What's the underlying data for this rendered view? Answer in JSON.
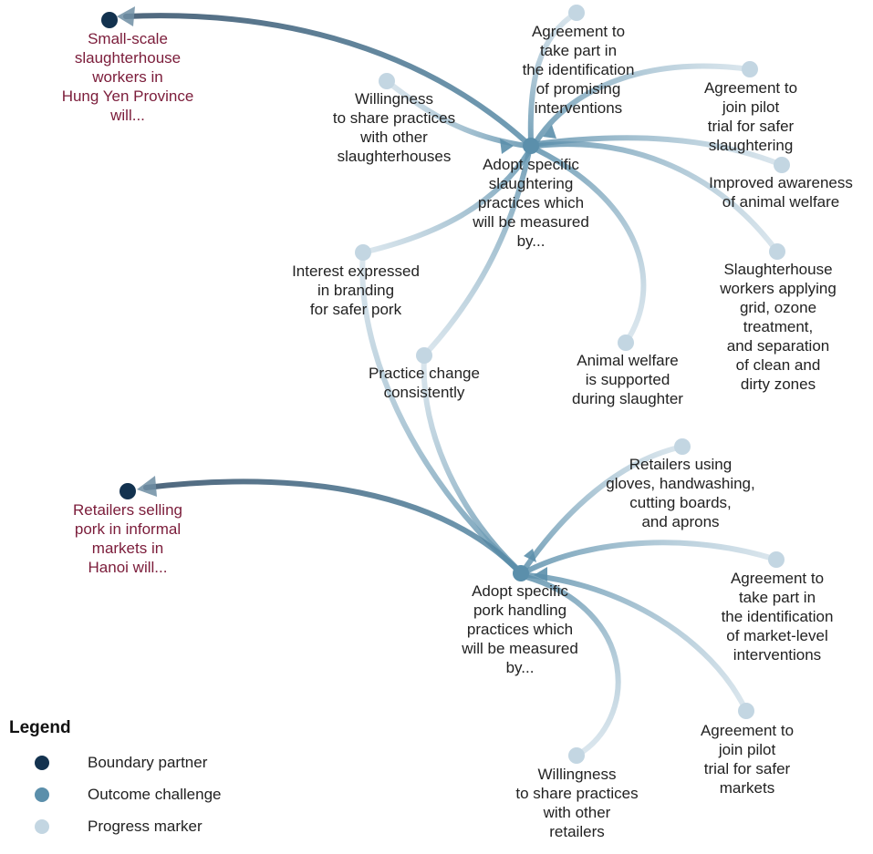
{
  "colors": {
    "boundary_partner": "#13324f",
    "outcome_challenge": "#5b8fab",
    "progress_marker": "#c3d6e2",
    "boundary_label": "#7b1c3a"
  },
  "boundary_partners": {
    "slaughterhouse": "Small-scale\nslaughterhouse\nworkers in\nHung Yen Province\nwill...",
    "retailers": "Retailers selling\npork in informal\nmarkets in\nHanoi will..."
  },
  "outcome_challenges": {
    "slaughtering": "Adopt specific\nslaughtering\npractices which\nwill be measured\nby...",
    "pork_handling": "Adopt specific\npork handling\npractices which\nwill be measured\nby..."
  },
  "progress_markers": {
    "identification": "Agreement to\ntake part in\nthe identification\nof promising\ninterventions",
    "willingness_slaughter": "Willingness\nto share practices\nwith other\nslaughterhouses",
    "pilot_slaughter": "Agreement to\njoin pilot\ntrial for safer\nslaughtering",
    "awareness": "Improved awareness\nof animal welfare",
    "grid_ozone": "Slaughterhouse\nworkers applying\ngrid, ozone\ntreatment,\nand separation\nof clean and\ndirty zones",
    "branding": "Interest expressed\nin branding\nfor safer pork",
    "practice_change": "Practice change\nconsistently",
    "animal_welfare": "Animal welfare\nis supported\nduring slaughter",
    "gloves": "Retailers using\ngloves, handwashing,\ncutting boards,\nand aprons",
    "market_identification": "Agreement to\ntake part in\nthe identification\nof market-level\ninterventions",
    "pilot_markets": "Agreement to\njoin pilot\ntrial for safer\nmarkets",
    "willingness_retailers": "Willingness\nto share practices\nwith other\nretailers"
  },
  "legend": {
    "title": "Legend",
    "items": [
      {
        "label": "Boundary partner",
        "color": "#13324f"
      },
      {
        "label": "Outcome challenge",
        "color": "#5b8fab"
      },
      {
        "label": "Progress marker",
        "color": "#c3d6e2"
      }
    ]
  }
}
